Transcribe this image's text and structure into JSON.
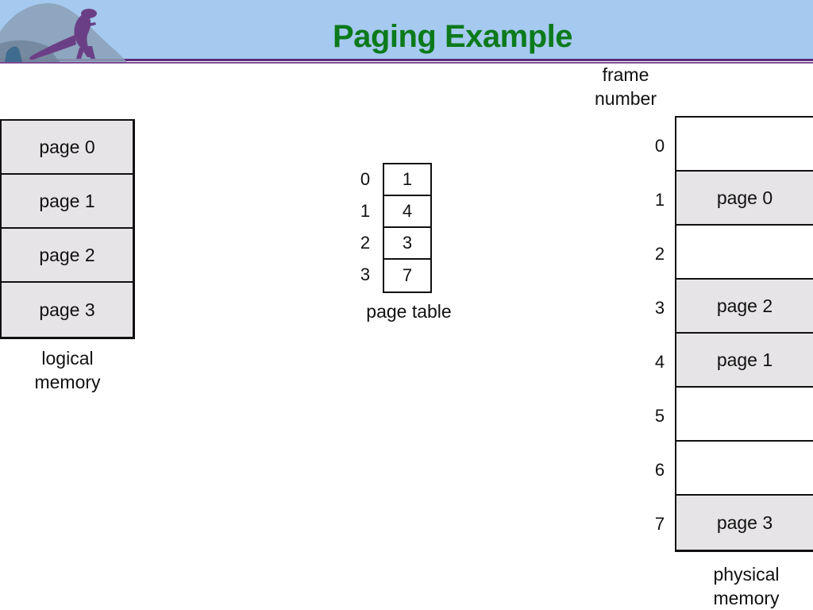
{
  "title": "Paging Example",
  "logical_memory": {
    "label": "logical\nmemory",
    "pages": [
      "page 0",
      "page 1",
      "page 2",
      "page 3"
    ]
  },
  "page_table": {
    "label": "page table",
    "indices": [
      "0",
      "1",
      "2",
      "3"
    ],
    "frames": [
      "1",
      "4",
      "3",
      "7"
    ]
  },
  "physical_memory": {
    "header_label": "frame\nnumber",
    "label": "physical\nmemory",
    "frames": [
      {
        "number": "0",
        "content": ""
      },
      {
        "number": "1",
        "content": "page 0"
      },
      {
        "number": "2",
        "content": ""
      },
      {
        "number": "3",
        "content": "page 2"
      },
      {
        "number": "4",
        "content": "page 1"
      },
      {
        "number": "5",
        "content": ""
      },
      {
        "number": "6",
        "content": ""
      },
      {
        "number": "7",
        "content": "page 3"
      }
    ]
  },
  "colors": {
    "header_bg": "#a5c9ef",
    "title": "#0c7a1b",
    "header_rule": "#5d2a7a",
    "filled_cell": "#e6e4e6"
  },
  "icons": {
    "logo": "dinosaur-logo-icon"
  }
}
